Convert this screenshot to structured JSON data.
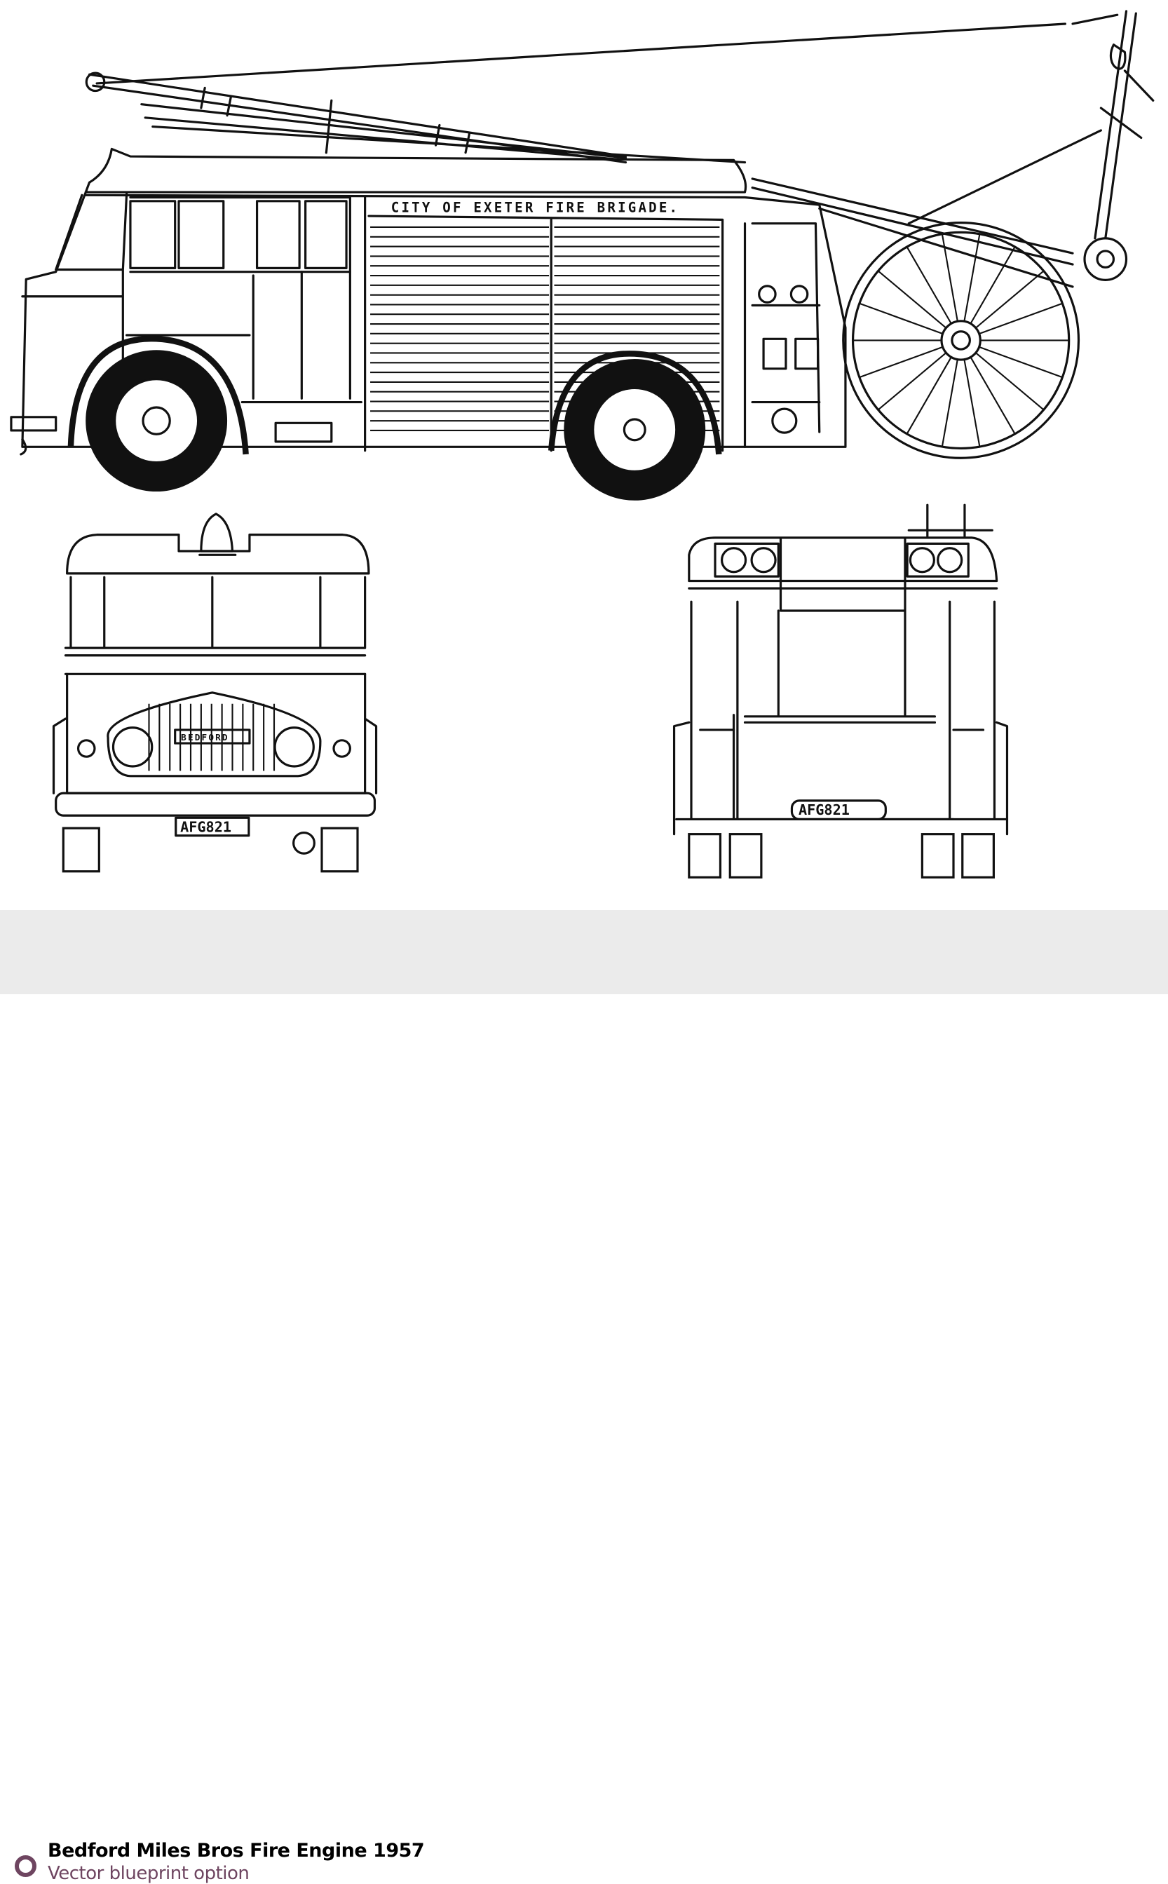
{
  "drawing": {
    "side_lettering": "CITY OF EXETER FIRE BRIGADE.",
    "grille_badge": "BEDFORD",
    "front_plate": "AFG821",
    "rear_plate": "AFG821"
  },
  "footer": {
    "title": "Bedford Miles Bros Fire Engine 1957",
    "subtitle": "Vector blueprint option",
    "icon": "circle-ring-icon",
    "accent_color": "#6e4560"
  }
}
